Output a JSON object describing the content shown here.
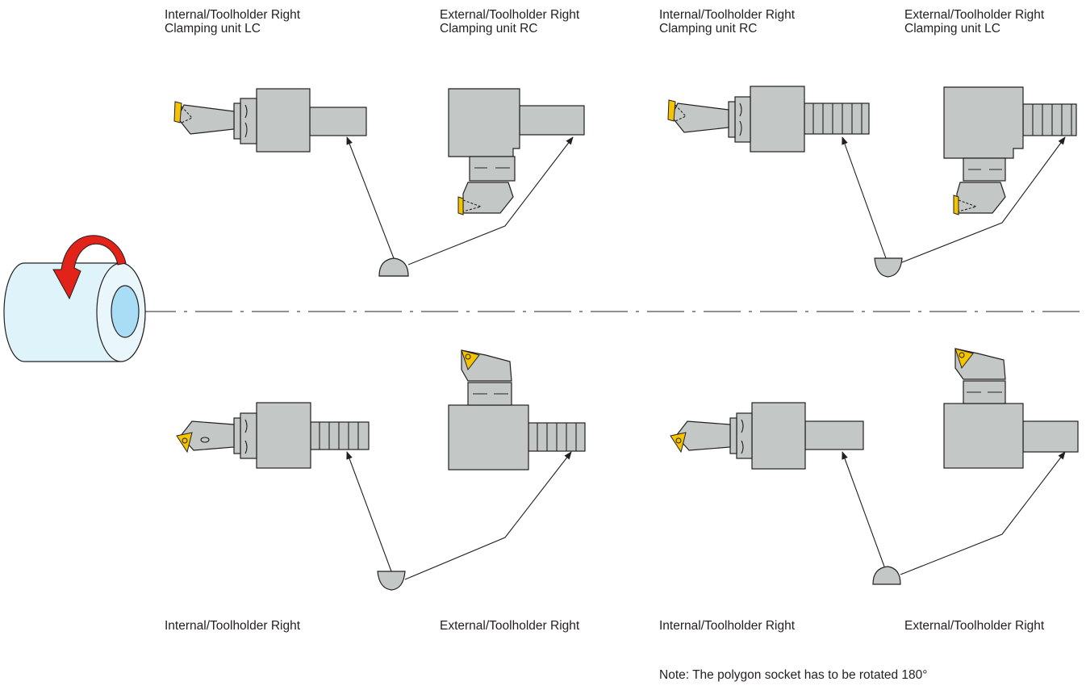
{
  "labels": {
    "top_1": [
      "Internal/Toolholder Right",
      "Clamping unit LC"
    ],
    "top_2": [
      "External/Toolholder Right",
      "Clamping unit RC"
    ],
    "top_3": [
      "Internal/Toolholder Right",
      "Clamping unit RC"
    ],
    "top_4": [
      "External/Toolholder Right",
      "Clamping unit LC"
    ],
    "bottom_1": "Internal/Toolholder Right",
    "bottom_2": "External/Toolholder Right",
    "bottom_3": "Internal/Toolholder Right",
    "bottom_4": "External/Toolholder Right"
  },
  "note": "Note: The polygon socket has to be rotated 180°",
  "colors": {
    "tool_body": "#c3c8c7",
    "insert": "#f5c400",
    "workpiece": "#dff3fb",
    "workpiece_bore": "#a9dcf5",
    "rotation_arrow": "#e2231a"
  },
  "icons": {
    "workpiece": "rotating-workpiece-icon",
    "rotation": "rotation-arrow-icon",
    "holder_marker": "polygon-socket-marker-icon"
  }
}
